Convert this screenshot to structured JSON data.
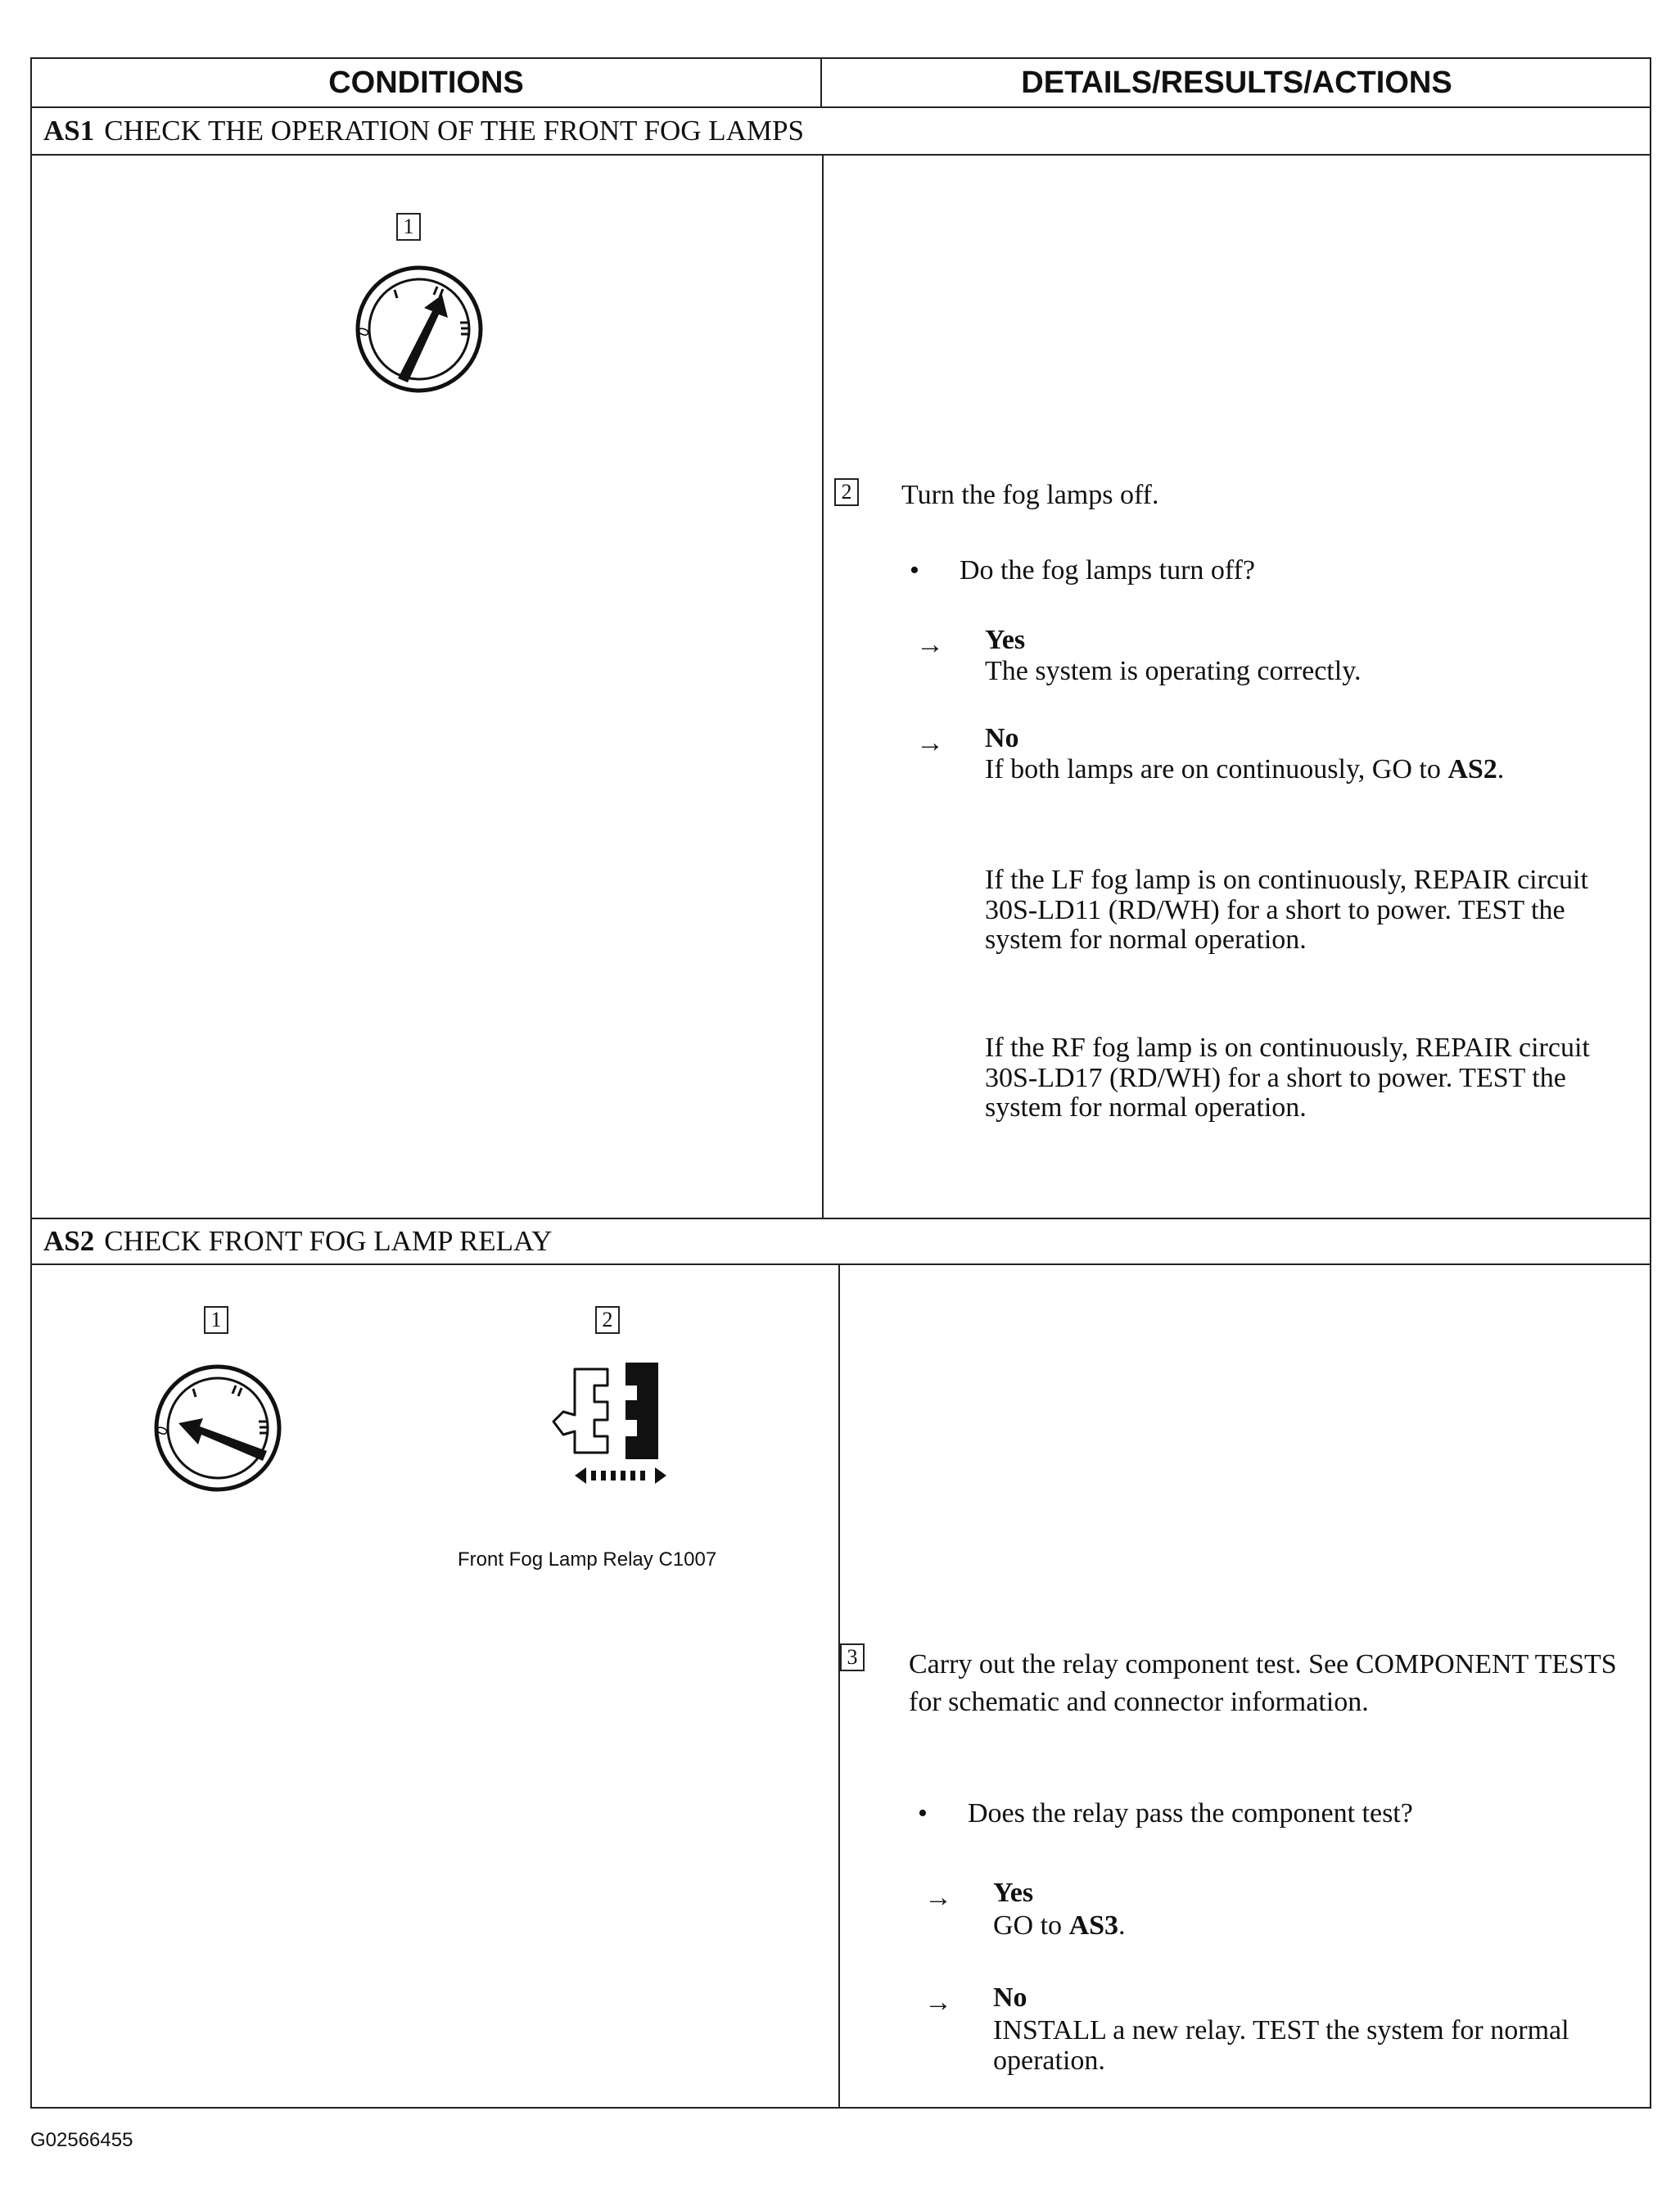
{
  "header": {
    "conditions": "CONDITIONS",
    "details": "DETAILS/RESULTS/ACTIONS"
  },
  "as1": {
    "code": "AS1",
    "title": "CHECK THE OPERATION OF THE FRONT FOG LAMPS",
    "fig_step": "1",
    "step_num": "2",
    "step_text": "Turn the fog lamps off.",
    "bullet": "•",
    "question": "Do the fog lamps turn off?",
    "arrow": "→",
    "yes_label": "Yes",
    "yes_text": "The system is operating correctly.",
    "no_label": "No",
    "no_line1": "If both lamps are on continuously, GO to",
    "no_line1_ref": "AS2",
    "no_line1_end": ".",
    "no_para2": "If the LF fog lamp is on continuously, REPAIR circuit 30S-LD11 (RD/WH) for a short to power. TEST the system for normal operation.",
    "no_para3": "If the RF fog lamp is on continuously, REPAIR circuit 30S-LD17 (RD/WH) for a short to power. TEST the system for normal operation."
  },
  "as2": {
    "code": "AS2",
    "title": "CHECK FRONT FOG LAMP RELAY",
    "fig1_step": "1",
    "fig2_step": "2",
    "relay_caption": "Front Fog Lamp Relay C1007",
    "step_num": "3",
    "step_text": "Carry out the relay component test.  See COMPONENT TESTS for schematic and connector information.",
    "bullet": "•",
    "question": "Does the relay pass the component test?",
    "arrow": "→",
    "yes_label": "Yes",
    "yes_pre": "GO to",
    "yes_ref": "AS3",
    "yes_end": ".",
    "no_label": "No",
    "no_text": "INSTALL a new relay. TEST the system for normal operation."
  },
  "footer": {
    "figure_id": "G02566455"
  },
  "icons": {
    "ignition_run": "ignition-switch-run-icon",
    "ignition_off": "ignition-switch-off-icon",
    "relay": "relay-disconnect-icon"
  }
}
